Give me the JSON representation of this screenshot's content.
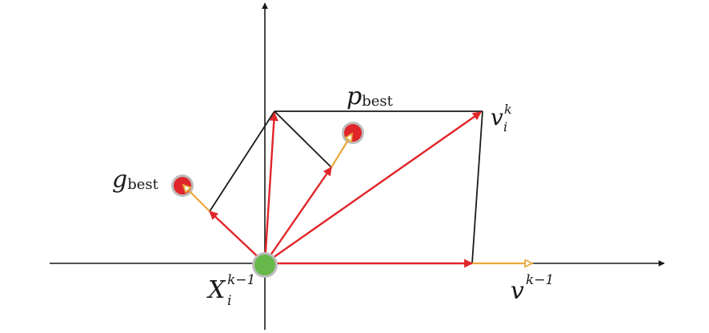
{
  "labels": {
    "pbest": {
      "main": "p",
      "sub": "best"
    },
    "gbest": {
      "main": "g",
      "sub": "best"
    },
    "vik": {
      "main": "v",
      "sub": "i",
      "sup": "k"
    },
    "xik1": {
      "main": "X",
      "sub": "i",
      "sup": "k−1"
    },
    "vk1": {
      "main": "v",
      "sup": "k−1"
    }
  },
  "colors": {
    "axis": "#1a1a1a",
    "red_vector": "#e0262a",
    "orange_vector": "#e8a93a",
    "green_point": "#66b84a",
    "red_point": "#e0262a",
    "halo": "#bdbdbd",
    "construction_line": "#1a1a1a"
  }
}
